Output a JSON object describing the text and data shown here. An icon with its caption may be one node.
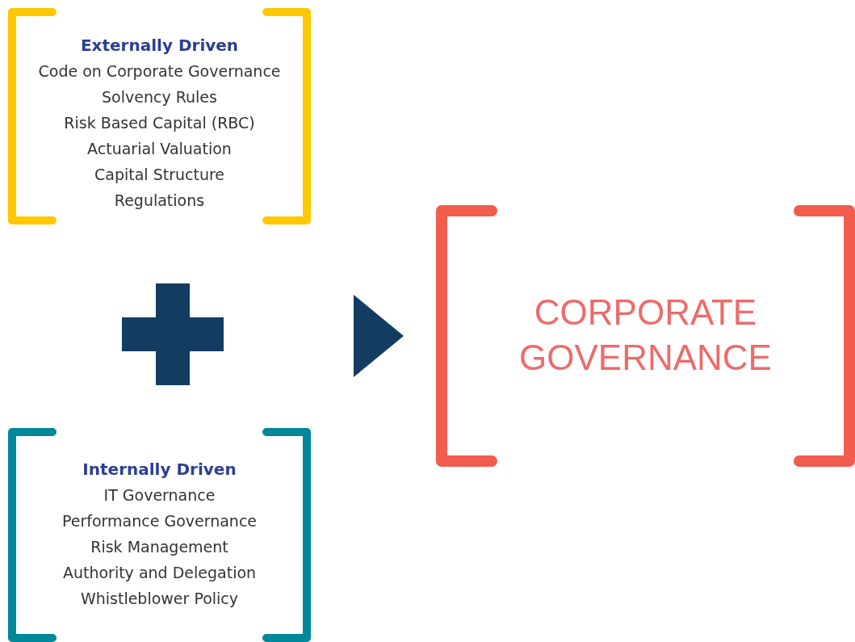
{
  "diagram": {
    "nodes": [
      {
        "text": [
          "Externally Driven",
          "Code on Corporate Governance",
          "Solvency Rules",
          "Risk Based Capital (RBC)",
          "Actuarial Valuation",
          "Capital Structure",
          "Regulations"
        ]
      },
      {
        "text": [
          "Internally Driven",
          "IT Governance",
          "Performance Governance",
          "Risk Management",
          "Authority and Delegation",
          "Whistleblower Policy"
        ]
      },
      {
        "text": [
          "CORPORATE GOVERNANCE"
        ]
      }
    ]
  }
}
